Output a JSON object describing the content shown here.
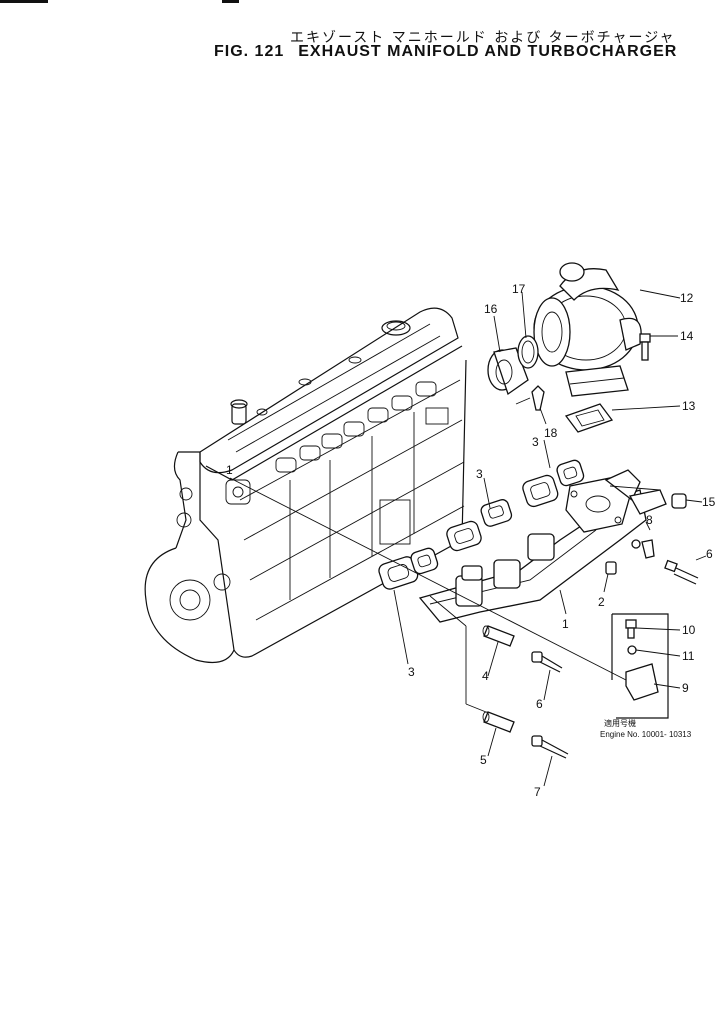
{
  "header": {
    "title_jp": "エキゾースト マニホールド および ターボチャージャ",
    "fig_number": "FIG. 121",
    "title_en": "EXHAUST MANIFOLD AND TURBOCHARGER"
  },
  "callouts": {
    "c1": "1",
    "c2": "2",
    "c3a": "3",
    "c3b": "3",
    "c3c": "3",
    "c3d": "3",
    "c4": "4",
    "c5": "5",
    "c6a": "6",
    "c6b": "6",
    "c7": "7",
    "c8": "8",
    "c9": "9",
    "c10": "10",
    "c11": "11",
    "c12": "12",
    "c13": "13",
    "c14": "14",
    "c15": "15",
    "c16": "16",
    "c17": "17",
    "c18": "18"
  },
  "engine_note": {
    "jp": "適用号機",
    "serial": "Engine No. 10001- 10313"
  }
}
